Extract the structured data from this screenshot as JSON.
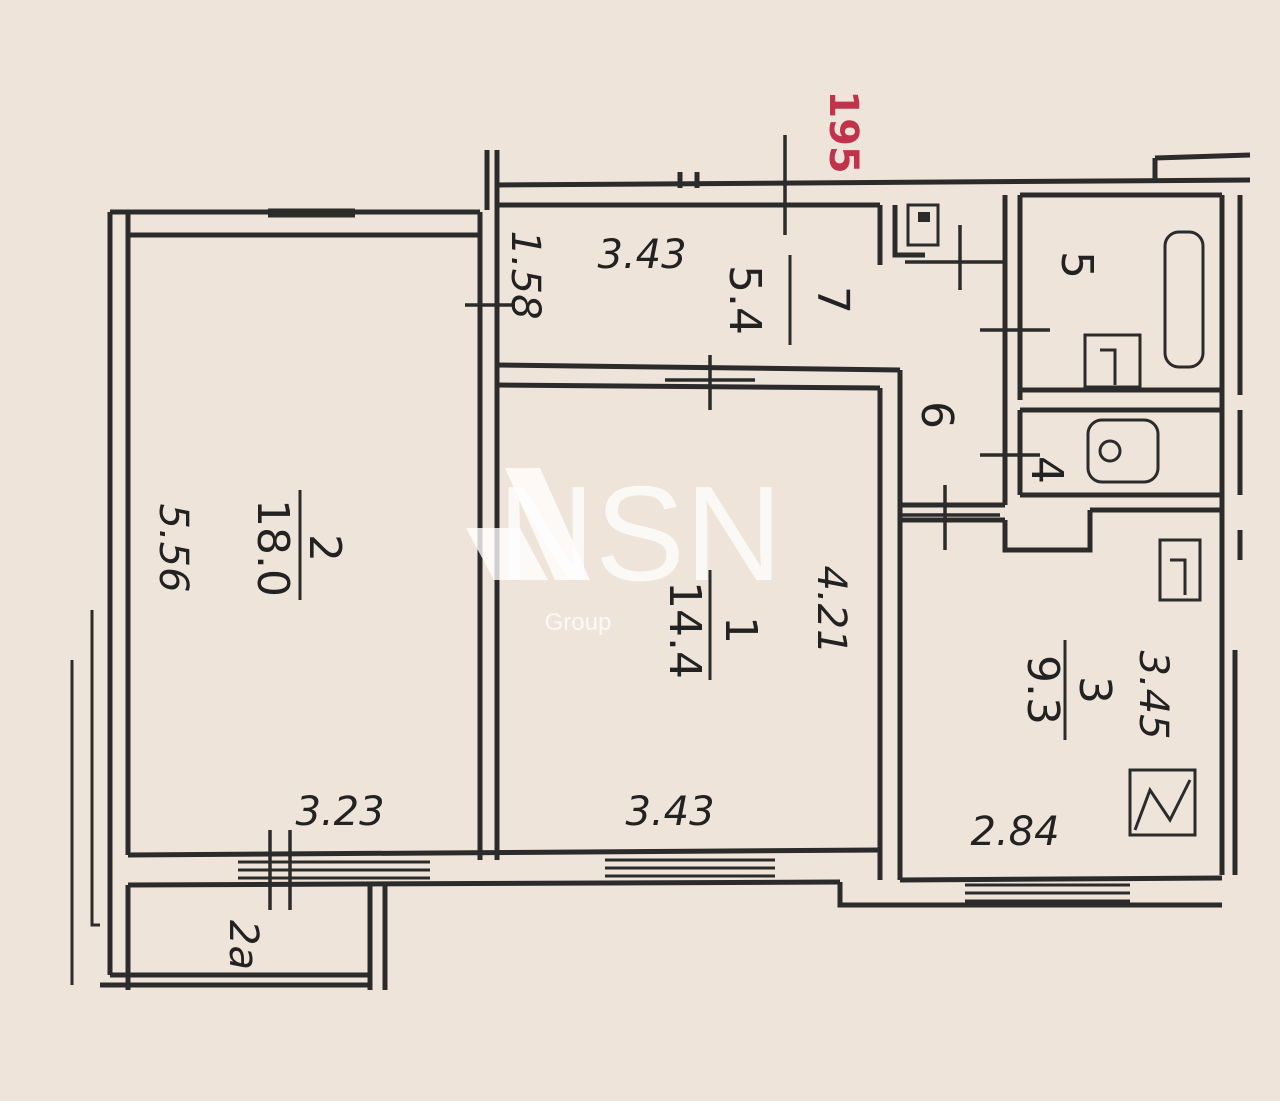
{
  "plan": {
    "section_number": "195",
    "rooms": [
      {
        "id": "1",
        "area": "14.4",
        "width": "3.43",
        "length": "4.21"
      },
      {
        "id": "2",
        "area": "18.0",
        "width": "3.23",
        "length": "5.56"
      },
      {
        "id": "3",
        "area": "9.3",
        "width": "2.84",
        "length": "3.45"
      },
      {
        "id": "7",
        "area": "5.4",
        "width": "3.43",
        "length": "1.58"
      }
    ],
    "small_rooms": {
      "bath": "5",
      "wc": "4",
      "hall": "6",
      "balcony": "2a"
    }
  },
  "watermark": {
    "brand": "NSN",
    "sub": "Group"
  }
}
